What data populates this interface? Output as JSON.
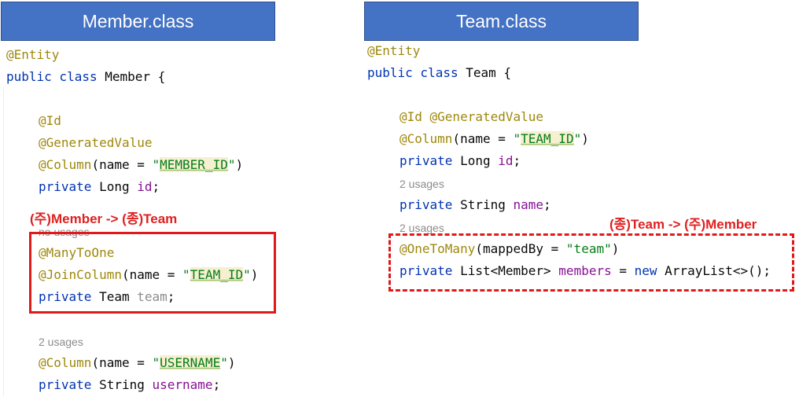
{
  "member": {
    "title": "Member.class",
    "lines": {
      "entity": "@Entity",
      "class_kw": "public class",
      "class_name": " Member {",
      "id_ann": "@Id",
      "gen_ann": "@GeneratedValue",
      "col_ann": "@Column",
      "col_pre": "(name = ",
      "col_q1": "\"",
      "col_val": "MEMBER_ID",
      "col_q2": "\"",
      "col_post": ")",
      "priv1": "private",
      "type1": " Long ",
      "field1": "id",
      "semi": ";",
      "hidden_usages": "no usages",
      "many_ann": "@ManyToOne",
      "join_ann": "@JoinColumn",
      "join_pre": "(name = ",
      "join_val": "TEAM_ID",
      "join_post": ")",
      "priv2": "private",
      "type2": " Team ",
      "field2": "team",
      "usages2": "2 usages",
      "col2_ann": "@Column",
      "col2_pre": "(name = ",
      "col2_val": "USERNAME",
      "col2_post": ")",
      "priv3": "private",
      "type3": " String ",
      "field3": "username"
    },
    "relation_label": "(주)Member -> (종)Team"
  },
  "team": {
    "title": "Team.class",
    "lines": {
      "entity": "@Entity",
      "class_kw": "public class",
      "class_name": " Team {",
      "id_gen": "@Id @GeneratedValue",
      "col_ann": "@Column",
      "col_pre": "(name = ",
      "col_val": "TEAM_ID",
      "col_post": ")",
      "priv1": "private",
      "type1": " Long ",
      "field1": "id",
      "usages1": "2 usages",
      "priv2": "private",
      "type2": " String ",
      "field2": "name",
      "usages2": "2 usages",
      "otm_ann": "@OneToMany",
      "otm_rest": "(mappedBy = ",
      "otm_str": "\"team\"",
      "otm_post": ")",
      "priv3": "private",
      "type3": " List<Member> ",
      "field3": "members",
      "eq": " = ",
      "new_kw": "new",
      "new_rest": " ArrayList<>();"
    },
    "relation_label": "(종)Team -> (주)Member"
  },
  "colors": {
    "banner": "#4472c4",
    "annotation": "#9e880d",
    "keyword": "#0033b3",
    "field": "#871094",
    "string": "#067d17",
    "highlight": "#e01919"
  }
}
